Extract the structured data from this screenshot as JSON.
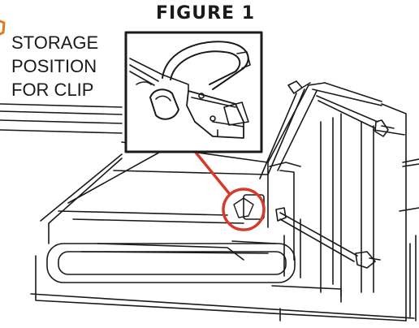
{
  "figure": {
    "title": "FIGURE 1",
    "callout_lines": [
      "STORAGE",
      "POSITION",
      "FOR CLIP"
    ]
  },
  "colors": {
    "line": "#1a1a1a",
    "arrow": "#d63a2a",
    "background": "#ffffff",
    "accent_mark": "#e07a1f"
  }
}
